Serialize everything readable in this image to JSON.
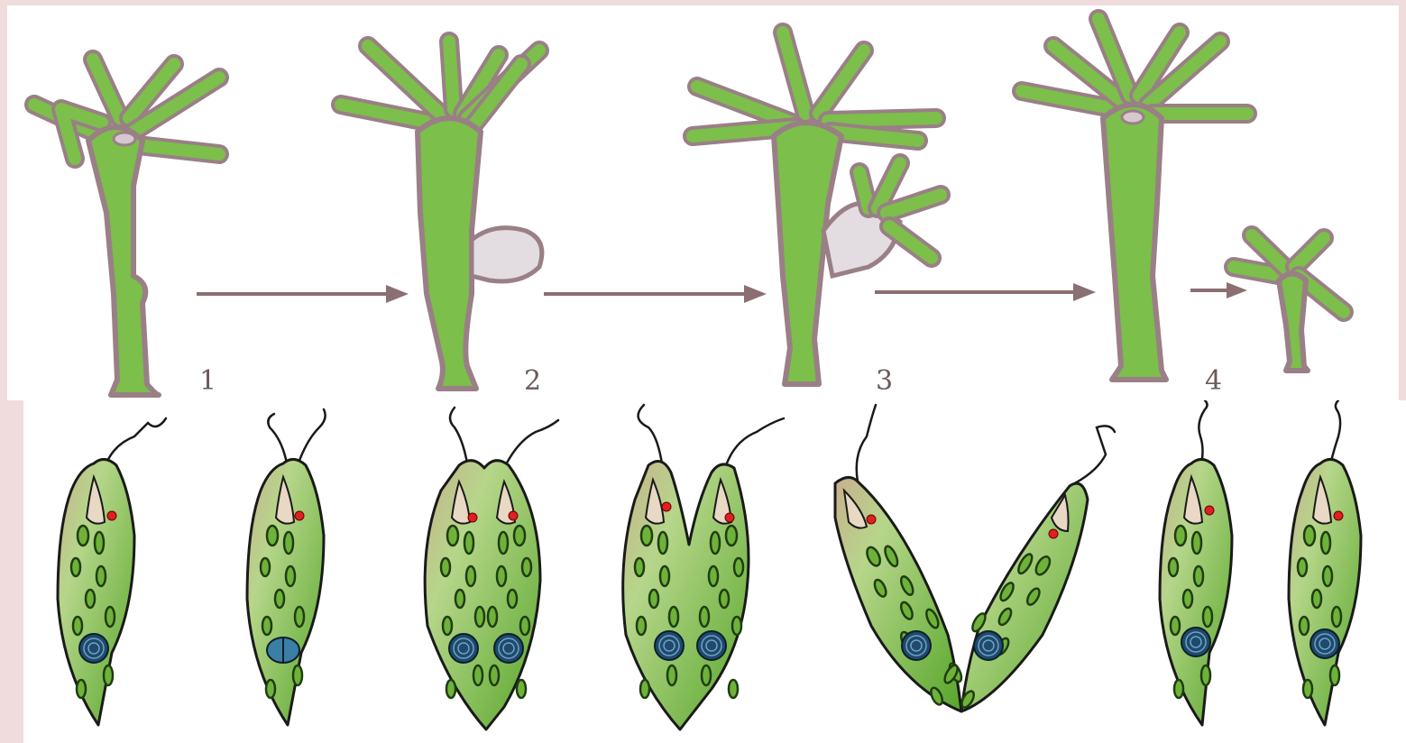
{
  "diagram": {
    "stage_labels": [
      "1",
      "2",
      "3",
      "4"
    ]
  }
}
